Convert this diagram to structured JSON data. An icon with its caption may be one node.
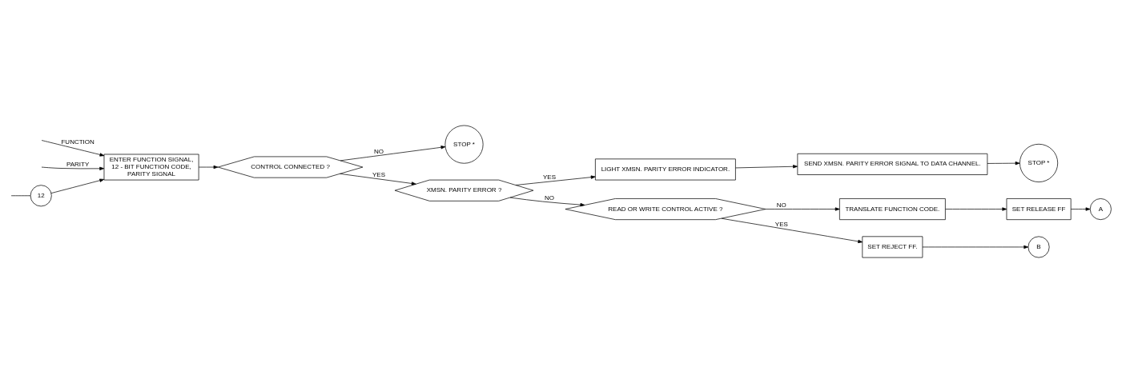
{
  "diagram": {
    "nodes": [
      {
        "text": [
          "12"
        ]
      },
      {
        "text": [
          "ENTER FUNCTION SIGNAL,",
          "12 - BIT FUNCTION CODE,",
          "PARITY SIGNAL"
        ]
      },
      {
        "text": [
          "CONTROL CONNECTED ?"
        ]
      },
      {
        "text": [
          "STOP *"
        ]
      },
      {
        "text": [
          "XMSN. PARITY ERROR ?"
        ]
      },
      {
        "text": [
          "LIGHT XMSN. PARITY ERROR INDICATOR."
        ]
      },
      {
        "text": [
          "SEND XMSN. PARITY ERROR SIGNAL TO DATA CHANNEL."
        ]
      },
      {
        "text": [
          "STOP *"
        ]
      },
      {
        "text": [
          "READ OR WRITE CONTROL ACTIVE ?"
        ]
      },
      {
        "text": [
          "TRANSLATE FUNCTION CODE."
        ]
      },
      {
        "text": [
          "SET RELEASE FF"
        ]
      },
      {
        "text": [
          "A"
        ]
      },
      {
        "text": [
          "SET REJECT FF."
        ]
      },
      {
        "text": [
          "B"
        ]
      }
    ],
    "edges": [
      {
        "from": null,
        "to": 1,
        "arrow": "to",
        "label": "FUNCTION"
      },
      {
        "from": null,
        "to": 0,
        "arrow": "none"
      },
      {
        "from": 0,
        "to": 1,
        "arrow": "to"
      },
      {
        "from": null,
        "to": 1,
        "arrow": "to",
        "label": "PARITY"
      },
      {
        "from": 1,
        "to": 2,
        "arrow": "to"
      },
      {
        "from": 2,
        "to": 3,
        "arrow": "to",
        "label": "NO"
      },
      {
        "from": 2,
        "to": 4,
        "arrow": "to",
        "label": "YES"
      },
      {
        "from": 4,
        "to": 5,
        "arrow": "to",
        "label": "YES"
      },
      {
        "from": 5,
        "to": 6,
        "arrow": "to"
      },
      {
        "from": 6,
        "to": 7,
        "arrow": "to"
      },
      {
        "from": 4,
        "to": 8,
        "arrow": "to",
        "label": "NO"
      },
      {
        "from": 8,
        "to": 9,
        "arrow": "to",
        "label": "NO"
      },
      {
        "from": 9,
        "to": 10,
        "arrow": "to"
      },
      {
        "from": 10,
        "to": 11,
        "arrow": "to"
      },
      {
        "from": 8,
        "to": 12,
        "arrow": "to",
        "label": "YES"
      },
      {
        "from": 12,
        "to": 13,
        "arrow": "to"
      }
    ]
  }
}
